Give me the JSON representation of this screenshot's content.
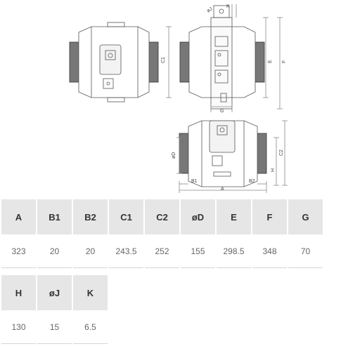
{
  "dimensions": {
    "row1": {
      "headers": [
        "A",
        "B1",
        "B2",
        "C1",
        "C2",
        "øD",
        "E",
        "F",
        "G"
      ],
      "values": [
        "323",
        "20",
        "20",
        "243.5",
        "252",
        "155",
        "298.5",
        "348",
        "70"
      ]
    },
    "row2": {
      "headers": [
        "H",
        "øJ",
        "K"
      ],
      "values": [
        "130",
        "15",
        "6.5"
      ]
    }
  },
  "drawing_labels": {
    "c1": "C1",
    "e": "E",
    "f": "F",
    "g": "G",
    "k": "K",
    "j": "øJ",
    "d": "øD",
    "c2": "C2",
    "h": "H",
    "b1": "B1",
    "b2": "B2",
    "a": "A"
  }
}
